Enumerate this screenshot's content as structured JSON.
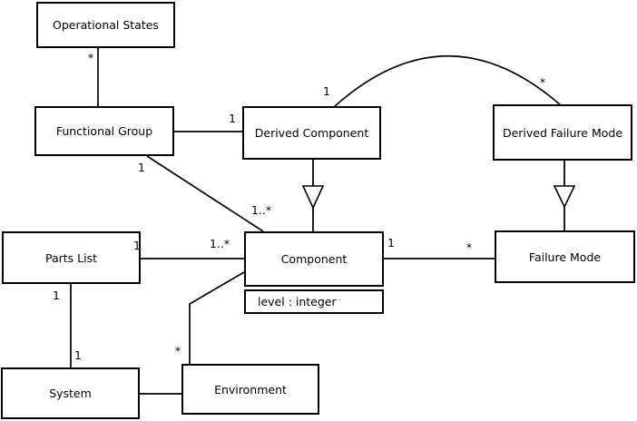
{
  "diagram": {
    "kind": "uml-class-diagram",
    "background": "#ffffff",
    "line_color": "#000000",
    "text_color": "#000000",
    "classes": [
      {
        "name": "Operational States"
      },
      {
        "name": "Functional Group"
      },
      {
        "name": "Derived Component"
      },
      {
        "name": "Derived Failure Mode"
      },
      {
        "name": "Parts List"
      },
      {
        "name": "Component",
        "attributes": [
          "level : integer"
        ]
      },
      {
        "name": "Failure Mode"
      },
      {
        "name": "System"
      },
      {
        "name": "Environment"
      }
    ],
    "relationships": [
      {
        "from": "Operational States",
        "to": "Functional Group",
        "type": "association",
        "from_multiplicity": "*"
      },
      {
        "from": "Functional Group",
        "to": "Derived Component",
        "type": "association",
        "to_multiplicity": "1"
      },
      {
        "from": "Derived Component",
        "to": "Derived Failure Mode",
        "type": "association-arc",
        "from_multiplicity": "1",
        "to_multiplicity": "*"
      },
      {
        "from": "Functional Group",
        "to": "Component",
        "type": "association",
        "from_multiplicity": "1",
        "to_multiplicity": "1..*"
      },
      {
        "from": "Parts List",
        "to": "Component",
        "type": "association",
        "from_multiplicity": "1",
        "to_multiplicity": "1..*"
      },
      {
        "from": "Parts List",
        "to": "System",
        "type": "association",
        "from_multiplicity": "1",
        "to_multiplicity": "1"
      },
      {
        "from": "System",
        "to": "Environment",
        "type": "association"
      },
      {
        "from": "Component",
        "to": "Environment",
        "type": "association",
        "to_multiplicity": "*"
      },
      {
        "from": "Component",
        "to": "Failure Mode",
        "type": "association",
        "from_multiplicity": "1",
        "to_multiplicity": "*"
      },
      {
        "from": "Derived Component",
        "to": "Component",
        "type": "generalization"
      },
      {
        "from": "Derived Failure Mode",
        "to": "Failure Mode",
        "type": "generalization"
      }
    ],
    "labels": [
      "*",
      "1",
      "1",
      "*",
      "1",
      "1..*",
      "1",
      "1..*",
      "1",
      "*",
      "1",
      "1",
      "*"
    ]
  }
}
